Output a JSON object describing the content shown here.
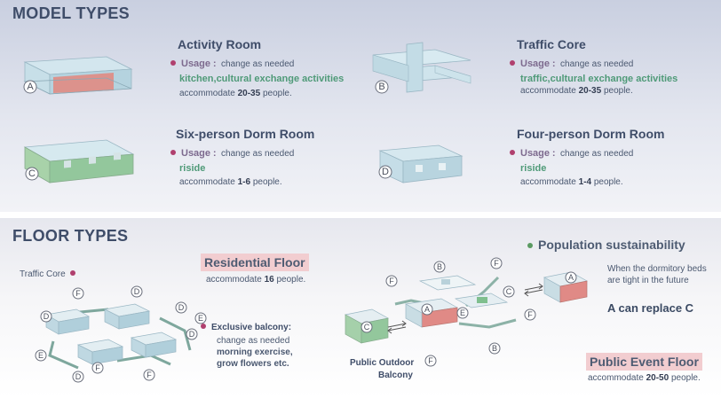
{
  "model_types": {
    "title": "MODEL TYPES",
    "usage_label": "Usage",
    "change_text": "change as needed",
    "accommodate_text": "accommodate",
    "people_text": "people.",
    "models": [
      {
        "letter": "A",
        "title": "Activity Room",
        "uses": "kitchen,cultural exchange activities",
        "range": "20-35"
      },
      {
        "letter": "B",
        "title": "Traffic Core",
        "uses": "traffic,cultural exchange activities",
        "range": "20-35"
      },
      {
        "letter": "C",
        "title": "Six-person Dorm Room",
        "uses": "riside",
        "range": "1-6"
      },
      {
        "letter": "D",
        "title": "Four-person Dorm Room",
        "uses": "riside",
        "range": "1-4"
      }
    ]
  },
  "floor_types": {
    "title": "FLOOR TYPES",
    "traffic_core_label": "Traffic Core",
    "residential": {
      "title": "Residential Floor",
      "accommodate": "accommodate",
      "count": "16",
      "people": "people."
    },
    "balcony": {
      "title": "Exclusive balcony",
      "change": "change as needed",
      "uses_1": "morning exercise,",
      "uses_2": "grow flowers etc."
    },
    "population": {
      "title": "Population sustainability",
      "note_1": "When the dormitory beds",
      "note_2": "are tight in the future",
      "replace": "A  can replace C"
    },
    "public_outdoor": {
      "line_1": "Public Outdoor",
      "line_2": "Balcony"
    },
    "public_event": {
      "title": "Public Event Floor",
      "accommodate": "accommodate",
      "range": "20-50",
      "people": "people."
    },
    "residential_labels": [
      "D",
      "F",
      "D",
      "D",
      "E",
      "E",
      "D",
      "F",
      "D",
      "F"
    ],
    "event_labels": [
      "B",
      "F",
      "F",
      "C",
      "A",
      "A",
      "E",
      "C",
      "F",
      "F",
      "B"
    ]
  },
  "colors": {
    "accent_pink": "#e08a86",
    "accent_green": "#7fbf8e",
    "glass_blue": "#b9d7e3",
    "dot": "#b0406e"
  }
}
